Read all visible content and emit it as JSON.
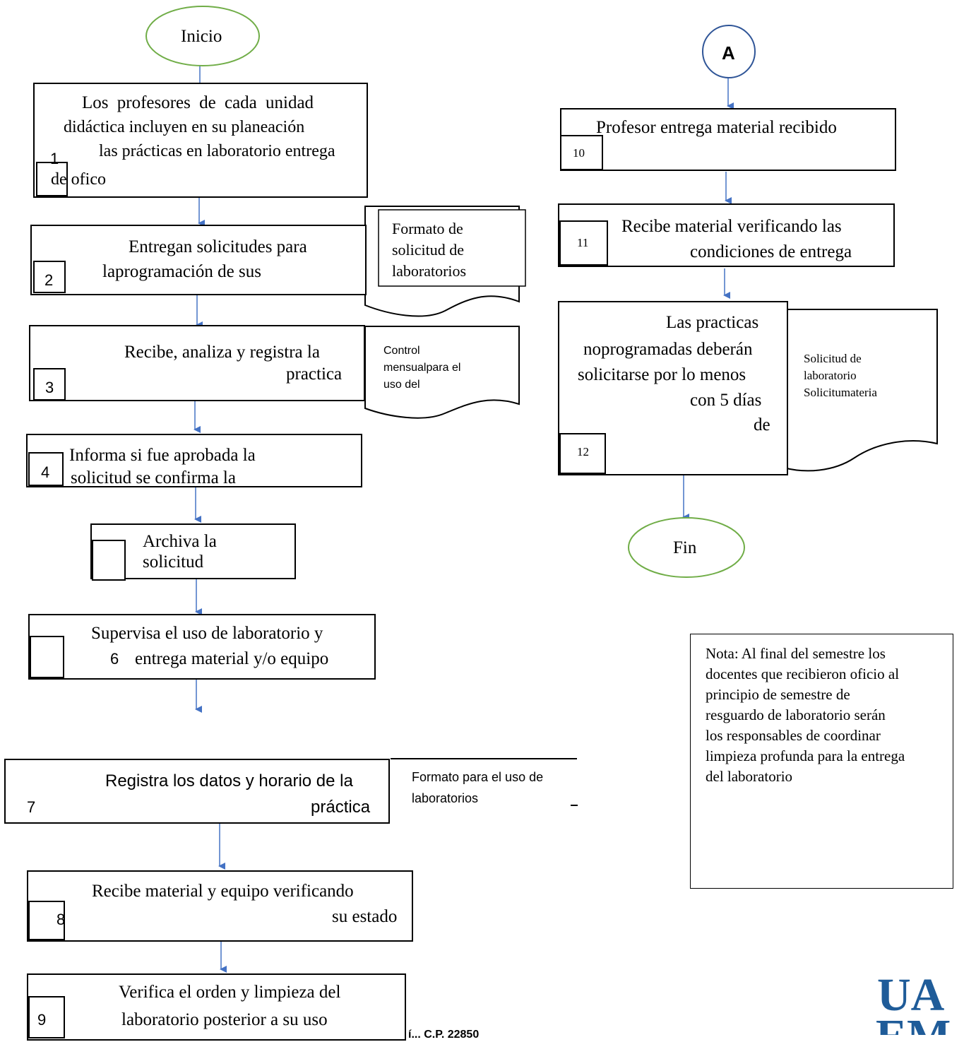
{
  "start_label": "Inicio",
  "end_label": "Fin",
  "connector_label": "A",
  "steps": [
    {
      "number": "1",
      "lines": [
        "Los profesores de cada unidad",
        "didáctica incluyen en su planeación",
        "las prácticas en laboratorio entrega",
        "de ofico"
      ]
    },
    {
      "number": "2",
      "lines": [
        "Entregan solicitudes para",
        "laprogramación de sus"
      ]
    },
    {
      "number": "3",
      "lines": [
        "Recibe, analiza y registra la",
        "practica"
      ]
    },
    {
      "number": "4",
      "lines": [
        "Informa si fue aprobada la",
        "solicitud se confirma la"
      ]
    },
    {
      "number": "",
      "lines": [
        "Archiva la",
        "solicitud"
      ]
    },
    {
      "number": "6",
      "lines": [
        "Supervisa el uso de laboratorio y",
        "entrega material y/o equipo"
      ]
    },
    {
      "number": "7",
      "lines": [
        "Registra los datos y horario de la",
        "práctica"
      ]
    },
    {
      "number": "8",
      "lines": [
        "Recibe material y equipo verificando",
        "su estado"
      ]
    },
    {
      "number": "9",
      "lines": [
        "Verifica el orden y limpieza del",
        "laboratorio posterior a su uso"
      ]
    },
    {
      "number": "10",
      "lines": [
        "Profesor entrega material recibido"
      ]
    },
    {
      "number": "11",
      "lines": [
        "Recibe material verificando las",
        "condiciones de entrega"
      ]
    },
    {
      "number": "12",
      "lines": [
        "Las practicas",
        "noprogramadas deberán",
        "solicitarse por lo menos",
        "con 5 días",
        "de"
      ]
    }
  ],
  "documents": [
    {
      "lines": [
        "Formato de",
        "solicitud de",
        "laboratorios"
      ]
    },
    {
      "lines": [
        "Control",
        "mensualpara el",
        "uso del"
      ]
    },
    {
      "lines": [
        "Formato para el uso de",
        "laboratorios"
      ]
    },
    {
      "lines": [
        "Solicitud de",
        "laboratorio",
        "Solicitumateria"
      ]
    }
  ],
  "note": [
    "Nota: Al final del semestre los",
    "docentes que recibieron oficio al",
    "principio de semestre de",
    "resguardo de laboratorio serán",
    "los responsables de coordinar",
    "limpieza profunda para la entrega",
    "del laboratorio"
  ],
  "footer_fragment": "í... C.P. 22850",
  "logo_text": [
    "UA",
    "EM"
  ],
  "colors": {
    "start_end_border": "#70ad47",
    "connector_border": "#2f5597",
    "arrow": "#4472c4",
    "logo": "#1f5c99"
  }
}
